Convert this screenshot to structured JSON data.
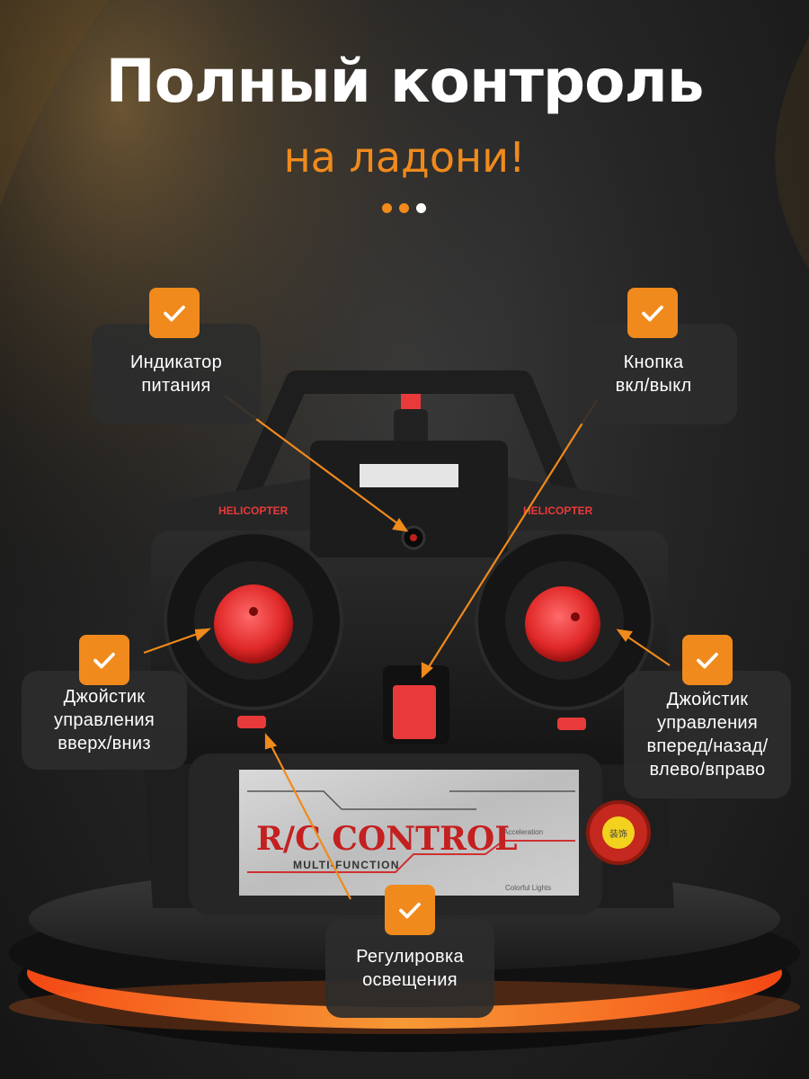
{
  "header": {
    "title": "Полный контроль",
    "subtitle": "на ладони!",
    "pager": {
      "count": 3,
      "active_index": 2
    }
  },
  "colors": {
    "accent": "#f08a1c",
    "white": "#ffffff",
    "toy_red": "#e83a3a",
    "glow": "#ff5a1e"
  },
  "device": {
    "brand_left": "HELICOPTER",
    "brand_right": "HELICOPTER",
    "plate_title": "R/C CONTROL",
    "plate_subtitle": "MULTI-FUNCTION",
    "plate_label_acceleration": "Acceleration",
    "plate_label_lights": "Colorful Lights",
    "knob_label": "装饰"
  },
  "callouts": {
    "power_indicator": "Индикатор\nпитания",
    "power_button": "Кнопка\nвкл/выкл",
    "joystick_left": "Джойстик\nуправления\nвверх/вниз",
    "joystick_right": "Джойстик\nуправления\nвперед/назад/\nвлево/вправо",
    "lights": "Регулировка\nосвещения"
  },
  "icons": {
    "check": "check-icon"
  }
}
